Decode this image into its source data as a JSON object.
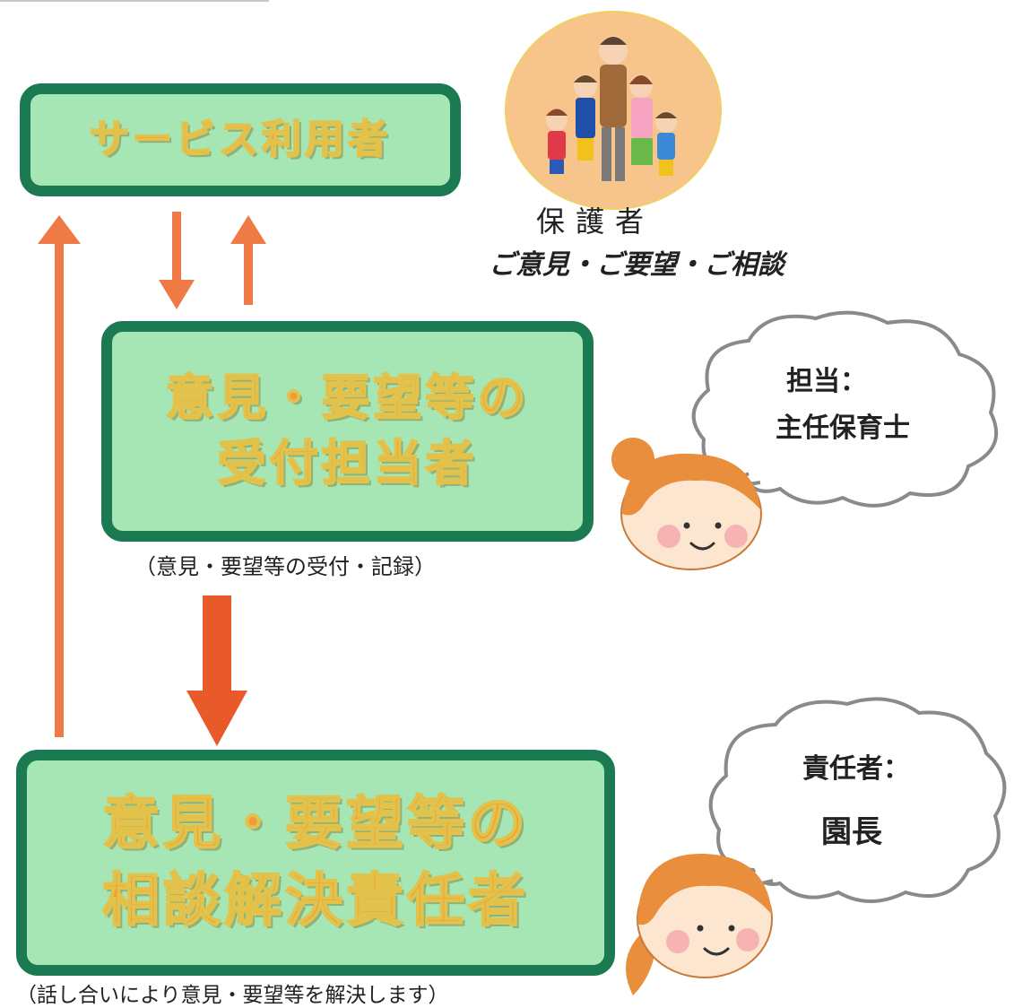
{
  "nodes": {
    "service_user": "サービス利用者",
    "receptionist_line1": "意見・要望等の",
    "receptionist_line2": "受付担当者",
    "resolver_line1": "意見・要望等の",
    "resolver_line2": "相談解決責任者"
  },
  "notes": {
    "receptionist_note": "（意見・要望等の受付・記録）",
    "resolver_note": "（話し合いにより意見・要望等を解決します）"
  },
  "guardian": {
    "label": "保護者",
    "topics": "ご意見・ご要望・ご相談"
  },
  "bubbles": {
    "receptionist": {
      "title": "担当：",
      "role": "主任保育士"
    },
    "resolver": {
      "title": "責任者：",
      "role": "園長"
    }
  },
  "colors": {
    "box_fill": "#a6e6b4",
    "box_border": "#1c7a52",
    "box_text": "#f29a38",
    "arrow": "#f07a45"
  },
  "icons": {
    "family": "family-illustration",
    "face1": "girl-face-bun-icon",
    "face2": "girl-face-ponytail-icon"
  }
}
